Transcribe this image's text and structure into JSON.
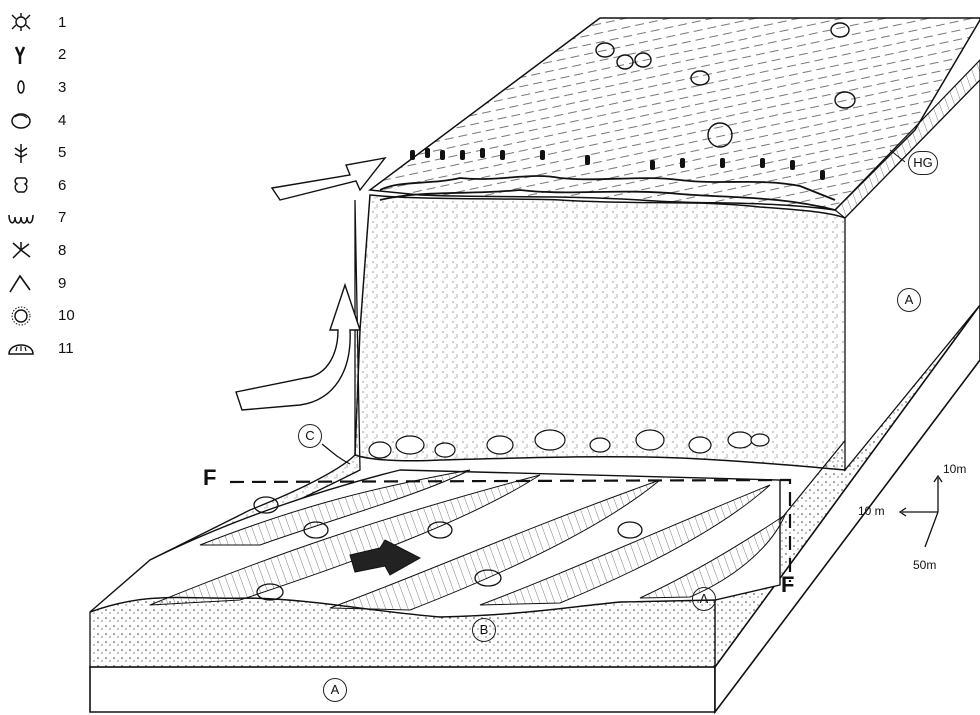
{
  "legend": [
    {
      "num": "1",
      "icon": "spiny-starfish-icon"
    },
    {
      "num": "2",
      "icon": "branching-coral-icon"
    },
    {
      "num": "3",
      "icon": "small-oval-icon"
    },
    {
      "num": "4",
      "icon": "boulder-icon"
    },
    {
      "num": "5",
      "icon": "plant-frond-icon"
    },
    {
      "num": "6",
      "icon": "segmented-colony-icon"
    },
    {
      "num": "7",
      "icon": "wavy-burrow-icon"
    },
    {
      "num": "8",
      "icon": "forked-branch-icon"
    },
    {
      "num": "9",
      "icon": "bent-stick-icon"
    },
    {
      "num": "10",
      "icon": "spiny-sphere-icon"
    },
    {
      "num": "11",
      "icon": "dome-mound-icon"
    }
  ],
  "labels": {
    "hg": "HG",
    "a_right": "A",
    "a_bottom": "A",
    "a_front": "A",
    "b": "B",
    "c": "C",
    "f_left": "F",
    "f_right": "F"
  },
  "scale": {
    "vertical": "10m",
    "horizontal": "10 m",
    "depth": "50m"
  }
}
